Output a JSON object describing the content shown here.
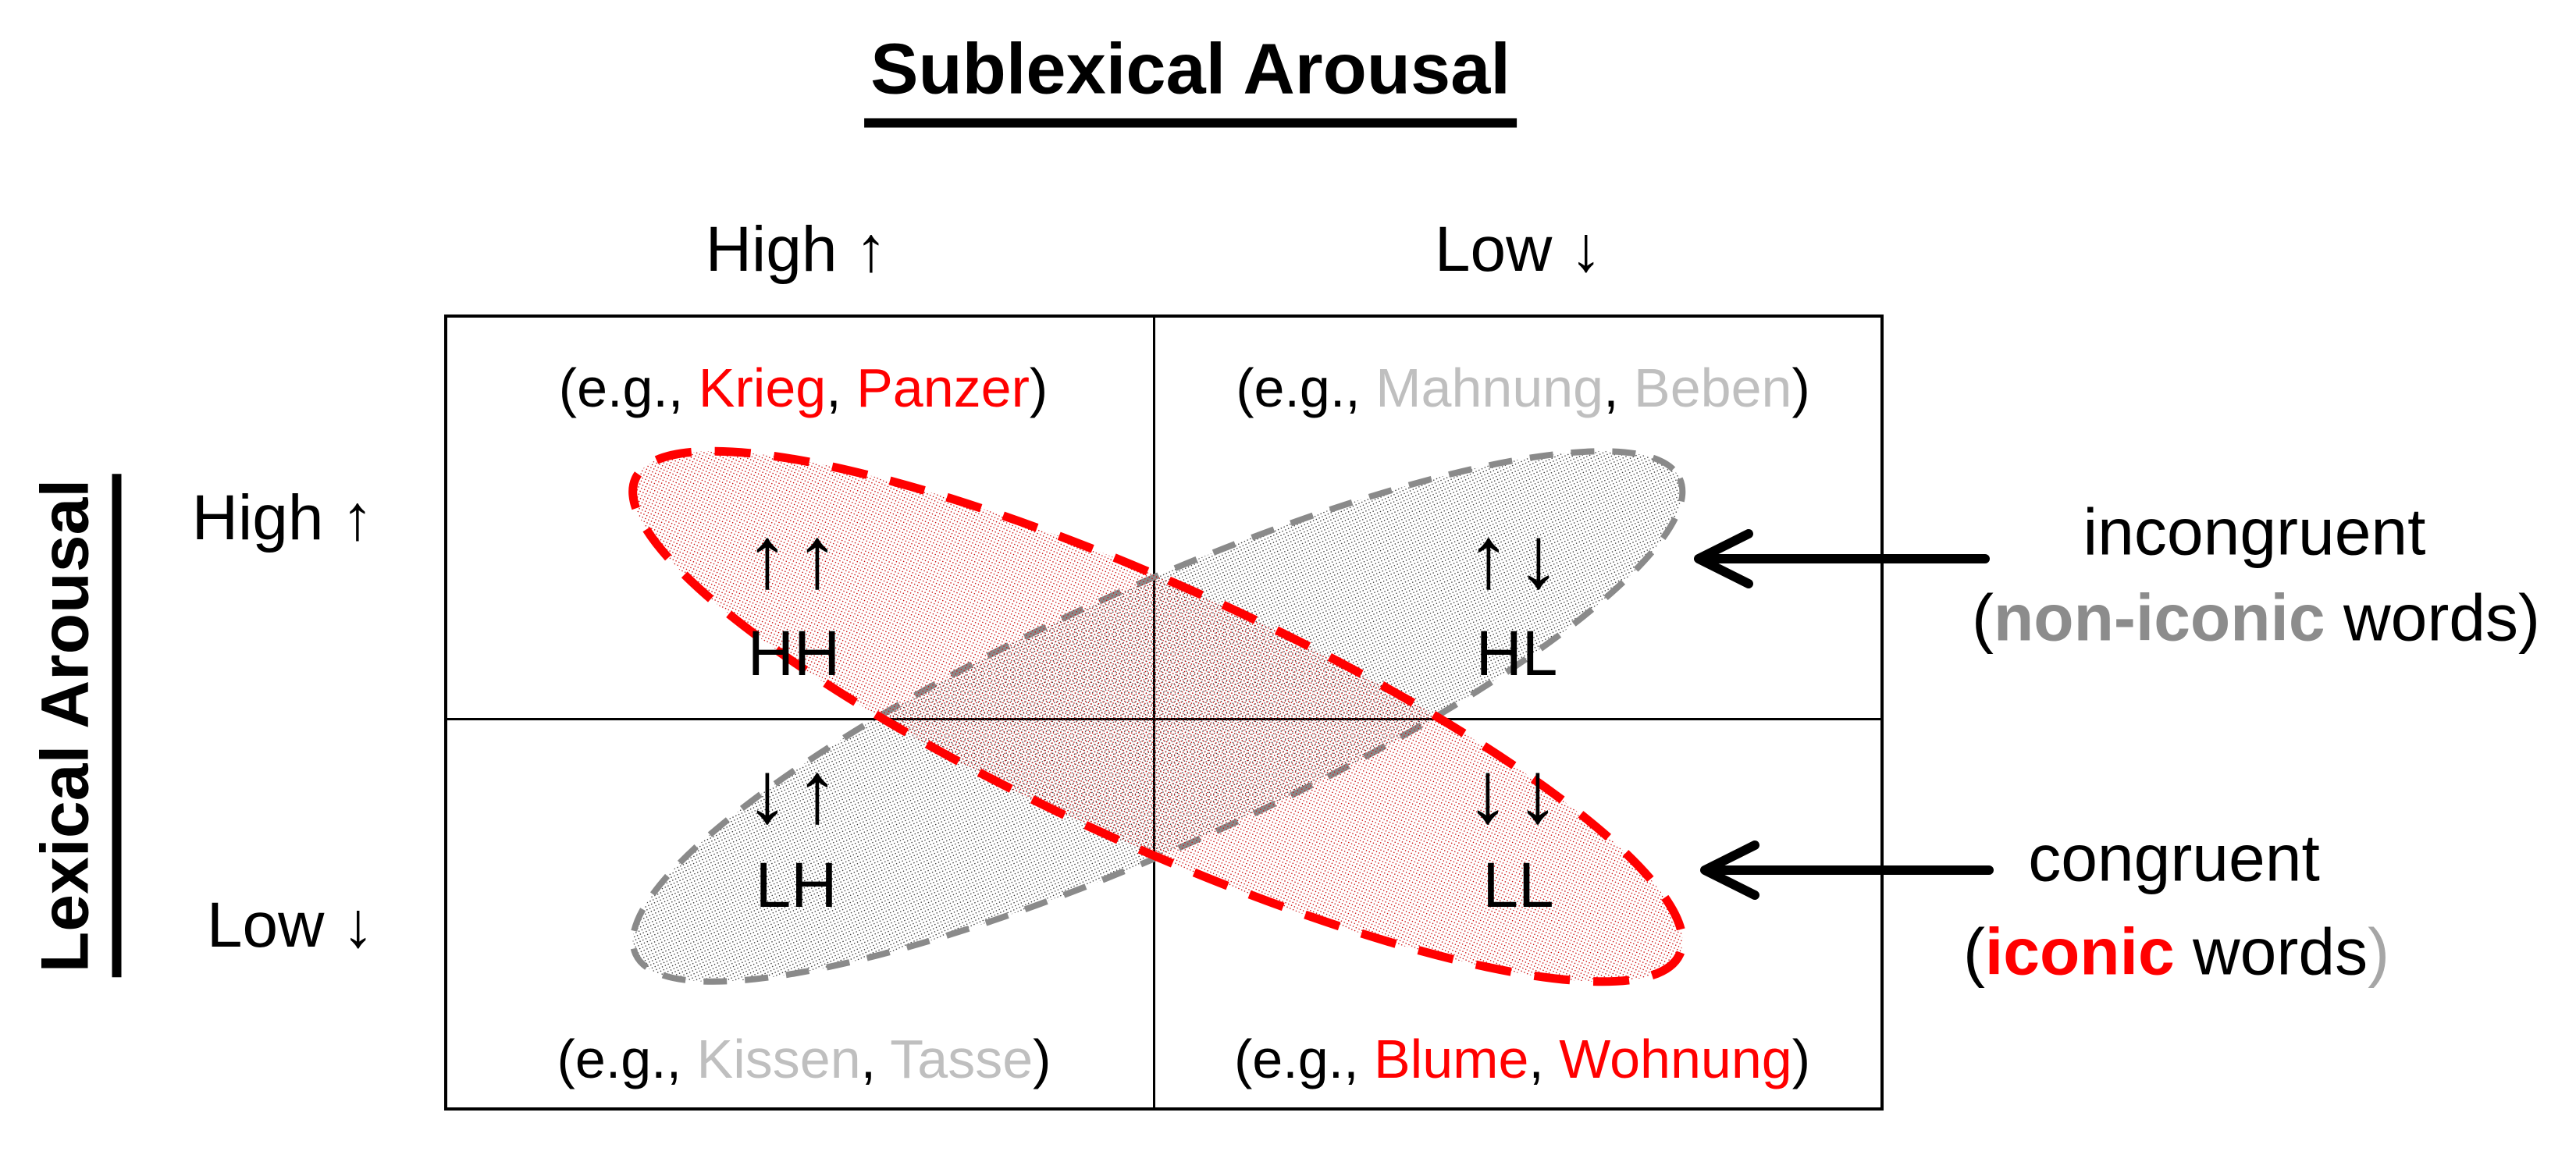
{
  "sublexical_axis": {
    "title": "Sublexical Arousal",
    "high": "High ↑",
    "low": "Low ↓"
  },
  "lexical_axis": {
    "title": "Lexical Arousal",
    "high": "High ↑",
    "low": "Low ↓"
  },
  "quadrants": {
    "hh": {
      "example_prefix": "(e.g., ",
      "word1": "Krieg",
      "separator": ", ",
      "word2": "Panzer",
      "example_suffix": ")",
      "arrows": "↑↑",
      "code": "HH"
    },
    "hl": {
      "example_prefix": "(e.g., ",
      "word1": "Mahnung",
      "separator": ", ",
      "word2": "Beben",
      "example_suffix": ")",
      "arrows": "↑↓",
      "code": "HL"
    },
    "lh": {
      "example_prefix": "(e.g., ",
      "word1": "Kissen",
      "separator": ", ",
      "word2": "Tasse",
      "example_suffix": ")",
      "arrows": "↓↑",
      "code": "LH"
    },
    "ll": {
      "example_prefix": "(e.g., ",
      "word1": "Blume",
      "separator": ", ",
      "word2": "Wohnung",
      "example_suffix": ")",
      "arrows": "↓↓",
      "code": "LL"
    }
  },
  "annotations": {
    "incongruent": {
      "line1": "incongruent",
      "paren_open": "(",
      "highlight": "non-iconic",
      "rest": " words",
      "paren_close": ")"
    },
    "congruent": {
      "line1": "congruent",
      "paren_open": "(",
      "highlight": "iconic",
      "rest": " words",
      "paren_close": ")"
    }
  },
  "colors": {
    "red_text": "#FF0000",
    "gray_word": "#BFBFBF",
    "gray_highlight": "#8C8C8C",
    "gray_paren": "#A6A6A6",
    "red_dash": "#FF0000",
    "gray_dash": "#8A8A8A",
    "red_dot": "#CC0E0E",
    "gray_dot": "#3D3D3D",
    "grid_line": "#000000"
  }
}
